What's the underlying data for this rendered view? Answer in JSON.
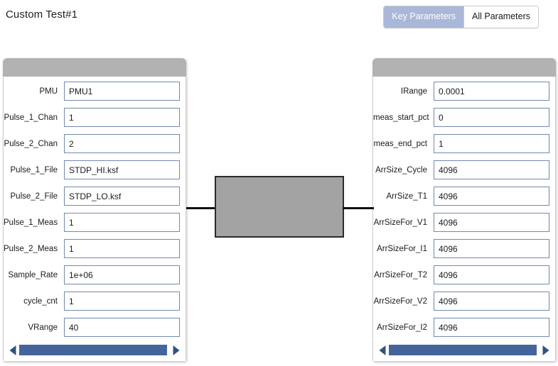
{
  "header": {
    "title": "Custom Test#1",
    "segmented_control": {
      "options": [
        {
          "label": "Key Parameters",
          "active": true
        },
        {
          "label": "All Parameters",
          "active": false
        }
      ]
    }
  },
  "accent_colors": {
    "active_segment_bg": "#a9b8d8",
    "panel_header_bg": "#b2b2b2",
    "input_border": "#7289ad",
    "scroll_thumb": "#43659b",
    "scroll_arrow": "#33527e",
    "device_fill": "#a3a3a3",
    "device_border": "#2b2b2b"
  },
  "left_panel": {
    "rows": [
      {
        "label": "PMU",
        "value": "PMU1"
      },
      {
        "label": "Pulse_1_Chan",
        "value": "1"
      },
      {
        "label": "Pulse_2_Chan",
        "value": "2"
      },
      {
        "label": "Pulse_1_File",
        "value": "STDP_HI.ksf"
      },
      {
        "label": "Pulse_2_File",
        "value": "STDP_LO.ksf"
      },
      {
        "label": "Pulse_1_Meas",
        "value": "1"
      },
      {
        "label": "Pulse_2_Meas",
        "value": "1"
      },
      {
        "label": "Sample_Rate",
        "value": "1e+06"
      },
      {
        "label": "cycle_cnt",
        "value": "1"
      },
      {
        "label": "VRange",
        "value": "40"
      }
    ],
    "scrollbar": {
      "left_arrow": "left-arrow-icon",
      "right_arrow": "right-arrow-icon"
    }
  },
  "right_panel": {
    "rows": [
      {
        "label": "IRange",
        "value": "0.0001"
      },
      {
        "label": "meas_start_pct",
        "value": "0"
      },
      {
        "label": "meas_end_pct",
        "value": "1"
      },
      {
        "label": "ArrSize_Cycle",
        "value": "4096"
      },
      {
        "label": "ArrSize_T1",
        "value": "4096"
      },
      {
        "label": "ArrSizeFor_V1",
        "value": "4096"
      },
      {
        "label": "ArrSizeFor_I1",
        "value": "4096"
      },
      {
        "label": "ArrSizeFor_T2",
        "value": "4096"
      },
      {
        "label": "ArrSizeFor_V2",
        "value": "4096"
      },
      {
        "label": "ArrSizeFor_I2",
        "value": "4096"
      }
    ],
    "scrollbar": {
      "left_arrow": "left-arrow-icon",
      "right_arrow": "right-arrow-icon"
    }
  },
  "diagram": {
    "device_block": "device-under-test-block",
    "left_lead": "left-connector-lead",
    "right_lead": "right-connector-lead"
  }
}
